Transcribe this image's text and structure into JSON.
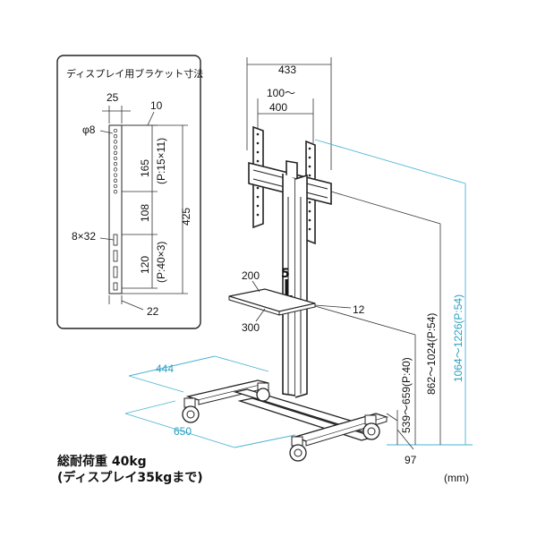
{
  "inset": {
    "title": "ディスプレイ用ブラケット寸法",
    "w25": "25",
    "w10": "10",
    "phi8": "φ8",
    "v165": "165",
    "p15x11": "(P:15×11)",
    "v425": "425",
    "v108": "108",
    "slot": "8×32",
    "v120": "120",
    "p40x3": "(P:40×3)",
    "w22": "22"
  },
  "main": {
    "w433": "433",
    "w100to400_a": "100～",
    "w100to400_b": "400",
    "shelf_depth": "200",
    "shelf_width": "300",
    "shelf_thick": "12",
    "shelf_arrow_count": "5",
    "base_depth": "444",
    "base_width": "650",
    "h_shelf": "539～659(P:40)",
    "h_bracket": "862～1024(P:54)",
    "h_total": "1064～1226(P:54)",
    "wheel": "97"
  },
  "footer": {
    "load_line1": "総耐荷重 40kg",
    "load_line2": "(ディスプレイ35kgまで)",
    "unit": "(mm)"
  },
  "colors": {
    "accent_blue": "#2aa0c3",
    "line": "#222222"
  }
}
